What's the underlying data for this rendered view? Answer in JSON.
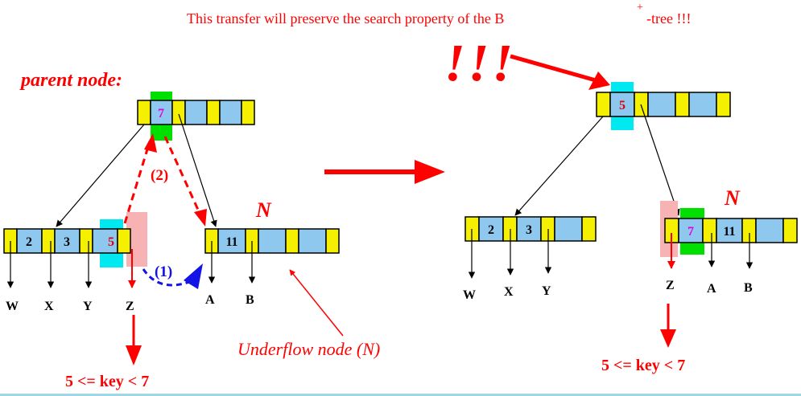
{
  "caption": "This transfer will preserve the search property of the B",
  "caption_sup": "+",
  "caption_tail": "-tree !!!",
  "exclaim": "!!!",
  "parent_label": "parent node:",
  "n_label": "N",
  "underflow_label": "Underflow node (N)",
  "step1": "(1)",
  "step2": "(2)",
  "range": "5 <= key < 7",
  "before": {
    "parent_key": "7",
    "left_keys": [
      "2",
      "3",
      "5"
    ],
    "right_keys": [
      "11"
    ],
    "left_pointers": [
      "W",
      "X",
      "Y",
      "Z"
    ],
    "right_pointers": [
      "A",
      "B"
    ]
  },
  "after": {
    "parent_key": "5",
    "left_keys": [
      "2",
      "3"
    ],
    "right_keys": [
      "7",
      "11"
    ],
    "left_pointers": [
      "W",
      "X",
      "Y"
    ],
    "right_pointers": [
      "Z",
      "A",
      "B"
    ]
  },
  "colors": {
    "cell_blue": "#8ec8ef",
    "cell_yellow": "#f5ef00",
    "arrow_red": "#ff0000",
    "arrow_blue": "#1414e6",
    "key_magenta": "#e000e0",
    "key_red": "#e00000",
    "highlight_green": "#00e000",
    "highlight_cyan": "#00e8f0",
    "highlight_pink": "#f7b3b3",
    "frame": "#9fd6e6"
  }
}
